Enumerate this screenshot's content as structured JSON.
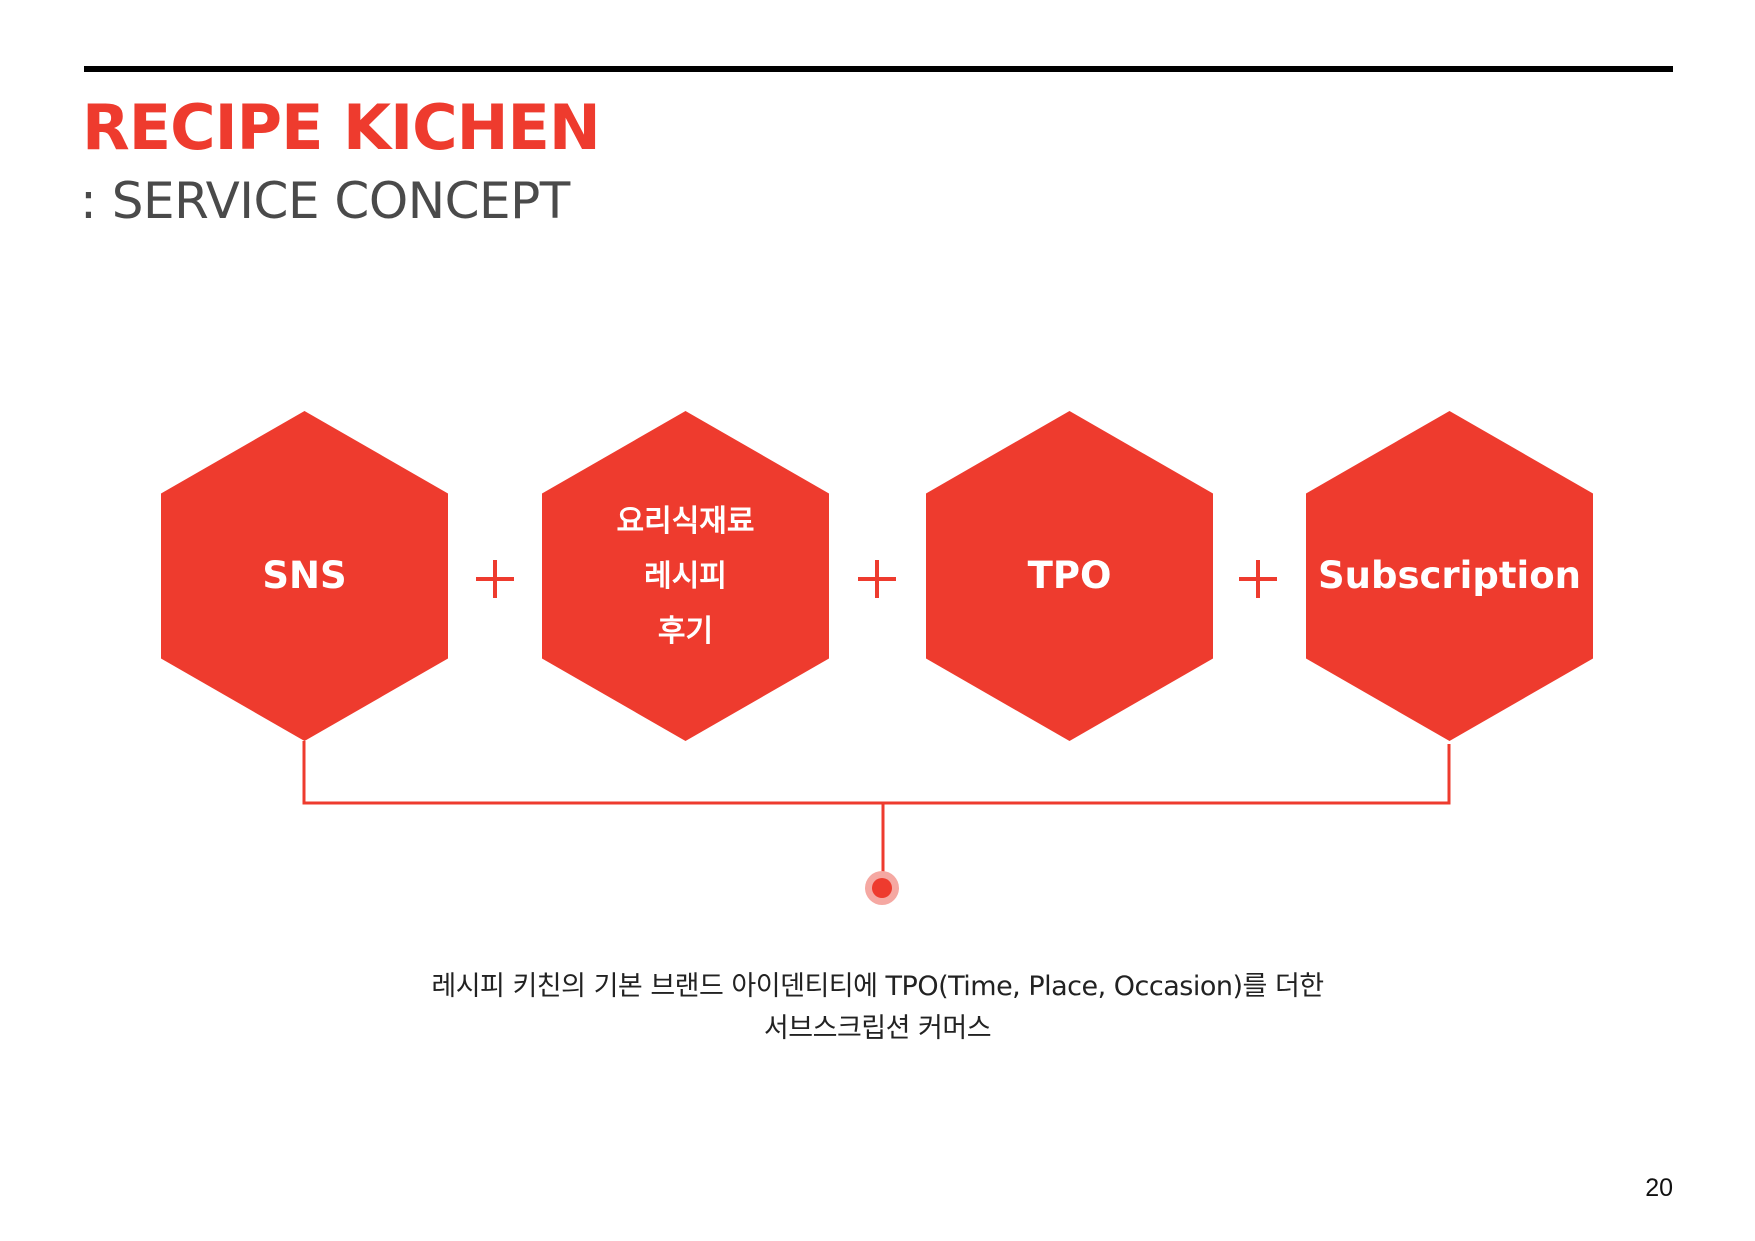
{
  "header": {
    "title": "RECIPE KICHEN",
    "subtitle": ": SERVICE CONCEPT"
  },
  "colors": {
    "accent": "#ee3b2e",
    "subtitle": "#4a4a4a",
    "rule": "#000000",
    "dot_halo": "#f5a8a2"
  },
  "diagram": {
    "hexagons": [
      {
        "label": "SNS"
      },
      {
        "lines": [
          "요리식재료",
          "레시피",
          "후기"
        ]
      },
      {
        "label": "TPO"
      },
      {
        "label": "Subscription"
      }
    ],
    "operator": "+"
  },
  "caption": {
    "line1": "레시피 키친의 기본 브랜드 아이덴티티에 TPO(Time, Place, Occasion)를 더한",
    "line2": "서브스크립션 커머스"
  },
  "page_number": "20"
}
